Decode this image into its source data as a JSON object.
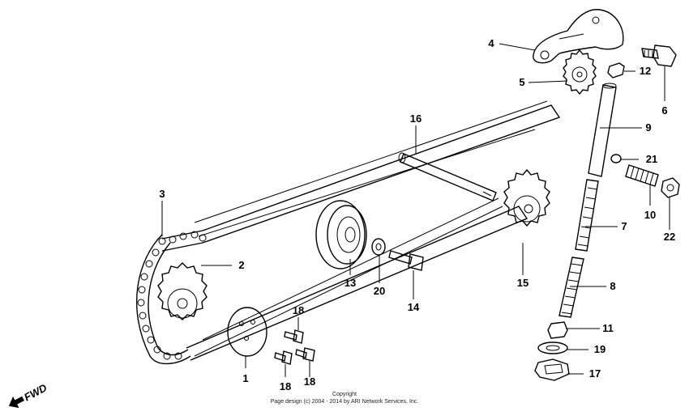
{
  "parts": [
    {
      "label": "1"
    },
    {
      "label": "2"
    },
    {
      "label": "3"
    },
    {
      "label": "4"
    },
    {
      "label": "5"
    },
    {
      "label": "6"
    },
    {
      "label": "7"
    },
    {
      "label": "8"
    },
    {
      "label": "9"
    },
    {
      "label": "10"
    },
    {
      "label": "11"
    },
    {
      "label": "12"
    },
    {
      "label": "13"
    },
    {
      "label": "14"
    },
    {
      "label": "15"
    },
    {
      "label": "16"
    },
    {
      "label": "17"
    },
    {
      "label": "18"
    },
    {
      "label": "18"
    },
    {
      "label": "18"
    },
    {
      "label": "19"
    },
    {
      "label": "20"
    },
    {
      "label": "21"
    },
    {
      "label": "22"
    }
  ],
  "direction_label": "FWD",
  "copyright": {
    "line1": "Copyright",
    "line2": "Page design (c) 2004 - 2014 by ARI Network Services, Inc."
  }
}
